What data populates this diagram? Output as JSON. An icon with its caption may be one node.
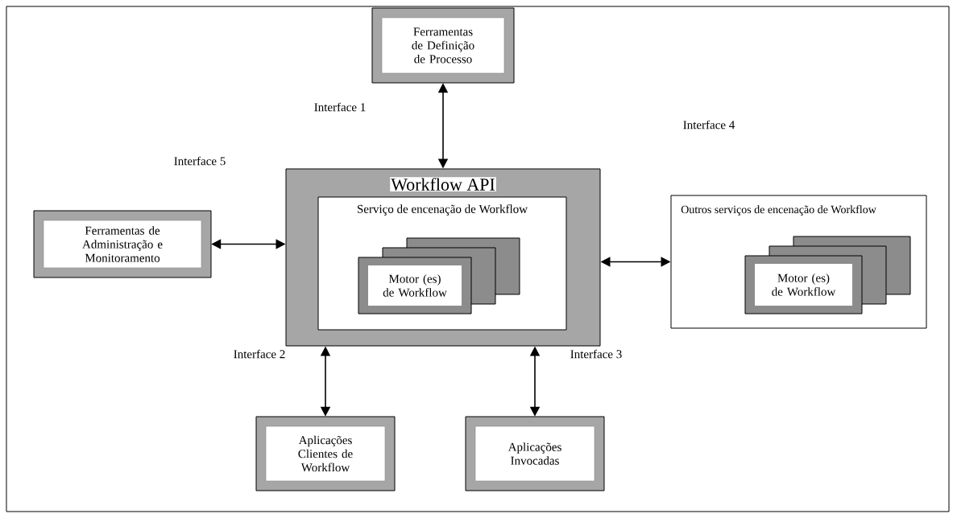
{
  "diagram": {
    "nodes": [
      {
        "text": [
          "Ferramentas de Definição de Processo"
        ]
      },
      {
        "text": [
          "Workflow API"
        ]
      },
      {
        "text": [
          "Serviço de encenação de Workflow"
        ],
        "in": 1
      },
      {
        "text": [
          "Motor (es) de Workflow"
        ],
        "in": 2
      },
      {
        "text": [
          "Ferramentas de Administração e Monitoramento"
        ]
      },
      {
        "text": [
          "Outros serviços de encenação de Workflow"
        ]
      },
      {
        "text": [
          "Motor (es) de Workflow"
        ],
        "in": 5
      },
      {
        "text": [
          "Aplicações Clientes de Workflow"
        ]
      },
      {
        "text": [
          "Aplicações Invocadas"
        ]
      }
    ],
    "edges": [
      {
        "from": 0,
        "to": 1,
        "arrow": "both"
      },
      {
        "from": 4,
        "to": 1,
        "arrow": "both"
      },
      {
        "from": 1,
        "to": 5,
        "arrow": "both"
      },
      {
        "from": 1,
        "to": 7,
        "arrow": "both"
      },
      {
        "from": 1,
        "to": 8,
        "arrow": "both"
      }
    ],
    "labels": [
      "Interface 1",
      "Interface 4",
      "Interface 5",
      "Interface 2",
      "Interface 3"
    ]
  }
}
